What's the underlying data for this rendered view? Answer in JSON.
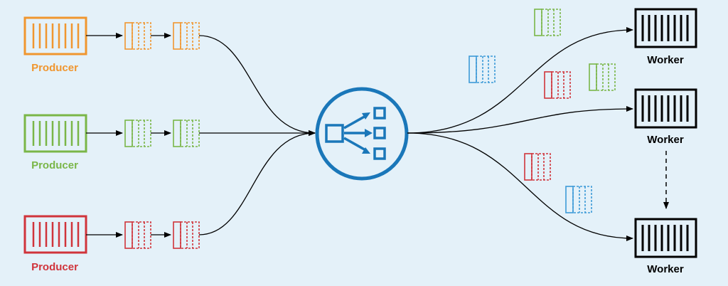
{
  "producers": [
    {
      "label": "Producer",
      "color": "#f0962f"
    },
    {
      "label": "Producer",
      "color": "#7ab648"
    },
    {
      "label": "Producer",
      "color": "#d0343b"
    }
  ],
  "workers": [
    {
      "label": "Worker"
    },
    {
      "label": "Worker"
    },
    {
      "label": "Worker"
    }
  ],
  "colors": {
    "background": "#e4f1f9",
    "hub": "#1a77b9",
    "message_blue": "#3d9ad8",
    "message_green": "#7ab648",
    "message_red": "#d0343b",
    "worker": "#000000"
  },
  "icons": {
    "producer": "container-icon",
    "worker": "container-icon",
    "hub": "load-balancer-icon",
    "message": "message-icon"
  }
}
